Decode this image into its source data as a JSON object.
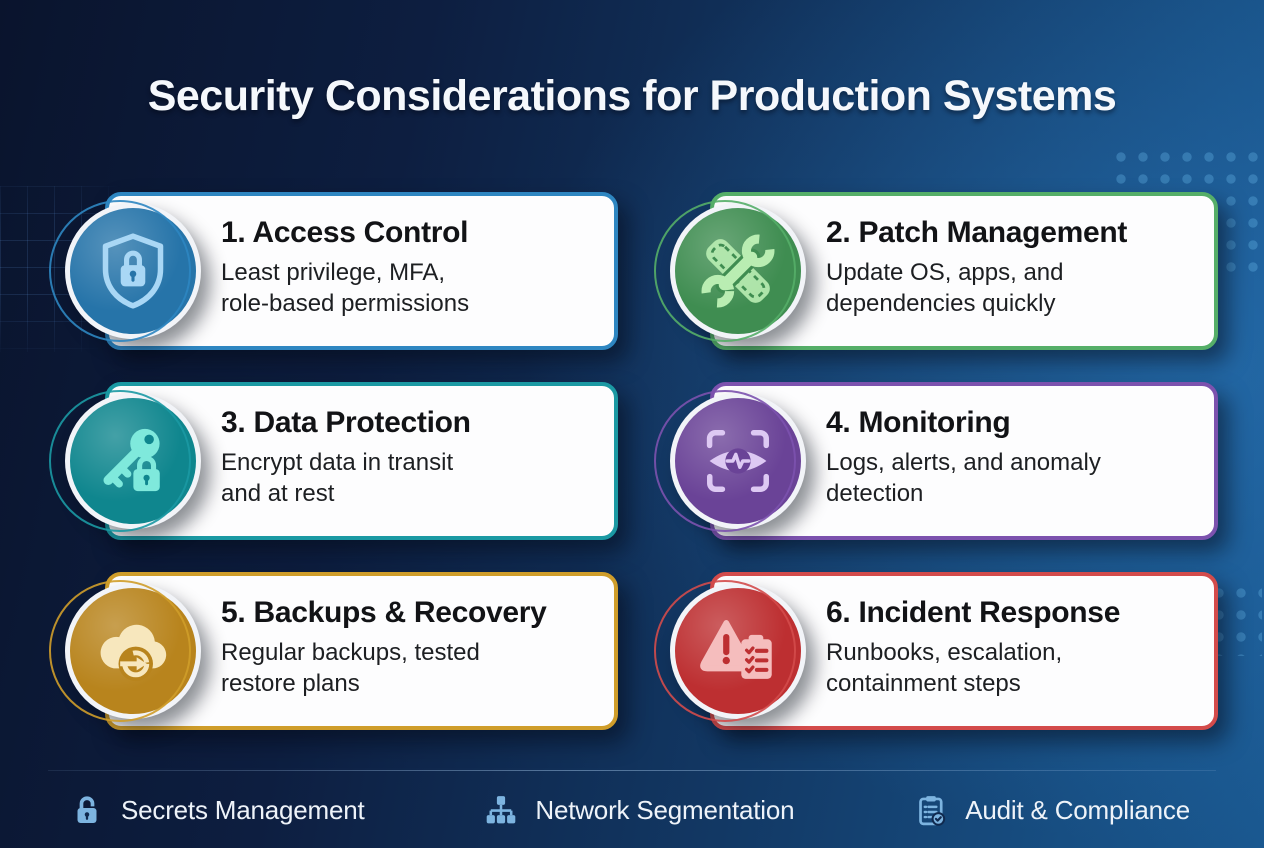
{
  "title": "Security Considerations for Production Systems",
  "cards": [
    {
      "title": "1. Access Control",
      "description": "Least privilege, MFA,\nrole-based permissions",
      "icon": "shield-lock-icon",
      "accent": "#2e86c1",
      "circle": "#2674a9",
      "ink": "#a9d7f5"
    },
    {
      "title": "2. Patch Management",
      "description": "Update OS, apps, and\ndependencies quickly",
      "icon": "patch-wrench-icon",
      "accent": "#55ae68",
      "circle": "#3f8d51",
      "ink": "#b9edb2"
    },
    {
      "title": "3. Data Protection",
      "description": "Encrypt data in transit\nand at rest",
      "icon": "key-lock-icon",
      "accent": "#1b99a3",
      "circle": "#0f868e",
      "ink": "#7fe9dc"
    },
    {
      "title": "4. Monitoring",
      "description": "Logs, alerts, and anomaly\ndetection",
      "icon": "eye-scan-icon",
      "accent": "#7c52ae",
      "circle": "#6a4397",
      "ink": "#ddc9f3"
    },
    {
      "title": "5. Backups & Recovery",
      "description": "Regular backups, tested\nrestore plans",
      "icon": "cloud-restore-icon",
      "accent": "#cf9d2a",
      "circle": "#b8841d",
      "ink": "#f7e7bd"
    },
    {
      "title": "6. Incident Response",
      "description": "Runbooks, escalation,\ncontainment steps",
      "icon": "alert-checklist-icon",
      "accent": "#d34b4b",
      "circle": "#bd2f31",
      "ink": "#f5bdbd"
    }
  ],
  "footer": {
    "items": [
      {
        "label": "Secrets Management",
        "icon": "lock-icon"
      },
      {
        "label": "Network Segmentation",
        "icon": "network-icon"
      },
      {
        "label": "Audit & Compliance",
        "icon": "clipboard-check-icon"
      }
    ]
  },
  "colors": {
    "background_dark": "#0a142d",
    "background_light": "#1a5890",
    "footer_icon": "#7db4e0",
    "card_background": "#fdfdfe"
  }
}
